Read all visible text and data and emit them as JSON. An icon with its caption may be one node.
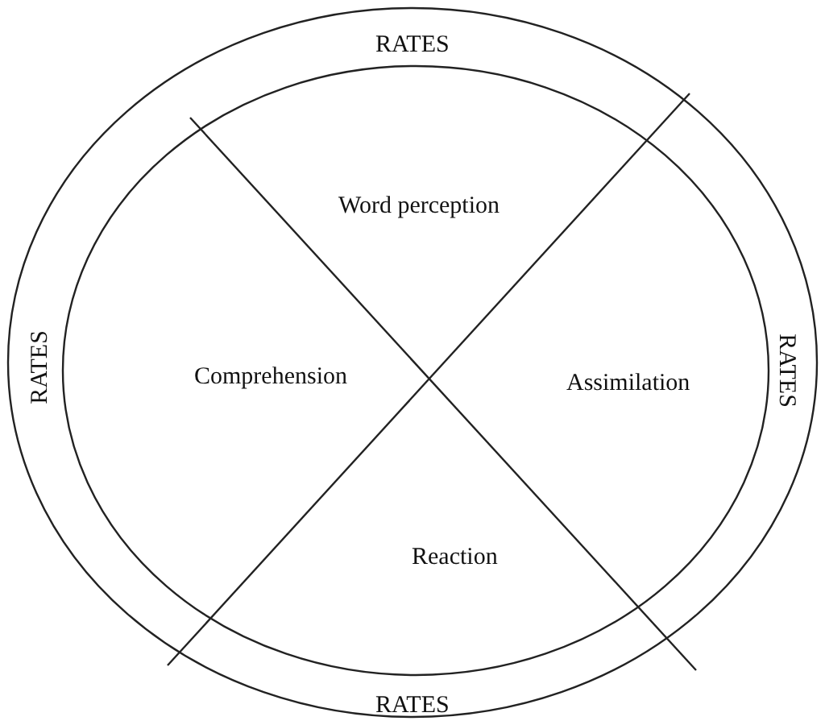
{
  "diagram": {
    "nodes": [
      {
        "text": [
          "RATES",
          "RATES",
          "RATES",
          "RATES"
        ]
      },
      {
        "text": [],
        "shape": "circle",
        "in": 0
      },
      {
        "text": [
          "Word perception"
        ],
        "in": 1
      },
      {
        "text": [
          "Comprehension"
        ],
        "in": 1
      },
      {
        "text": [
          "Assimilation"
        ],
        "in": 1
      },
      {
        "text": [
          "Reaction"
        ],
        "in": 1
      }
    ]
  }
}
